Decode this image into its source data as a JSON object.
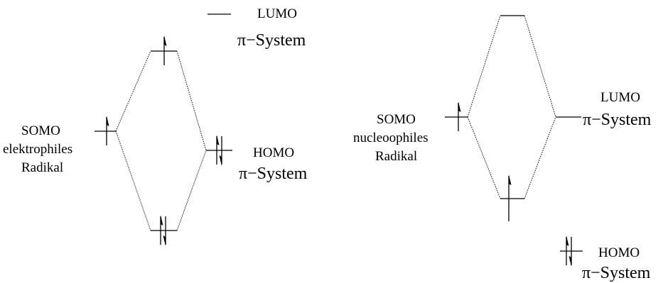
{
  "left_diagram": {
    "lumo_label": "LUMO",
    "lumo_system": "π−System",
    "somo_label": "SOMO",
    "somo_type": "elektrophiles",
    "somo_species": "Radikal",
    "homo_label": "HOMO",
    "homo_system": "π−System"
  },
  "right_diagram": {
    "somo_label": "SOMO",
    "somo_type": "nucleoophiles",
    "somo_species": "Radikal",
    "lumo_label": "LUMO",
    "lumo_system": "π−System",
    "homo_label": "HOMO",
    "homo_system": "π−System"
  }
}
